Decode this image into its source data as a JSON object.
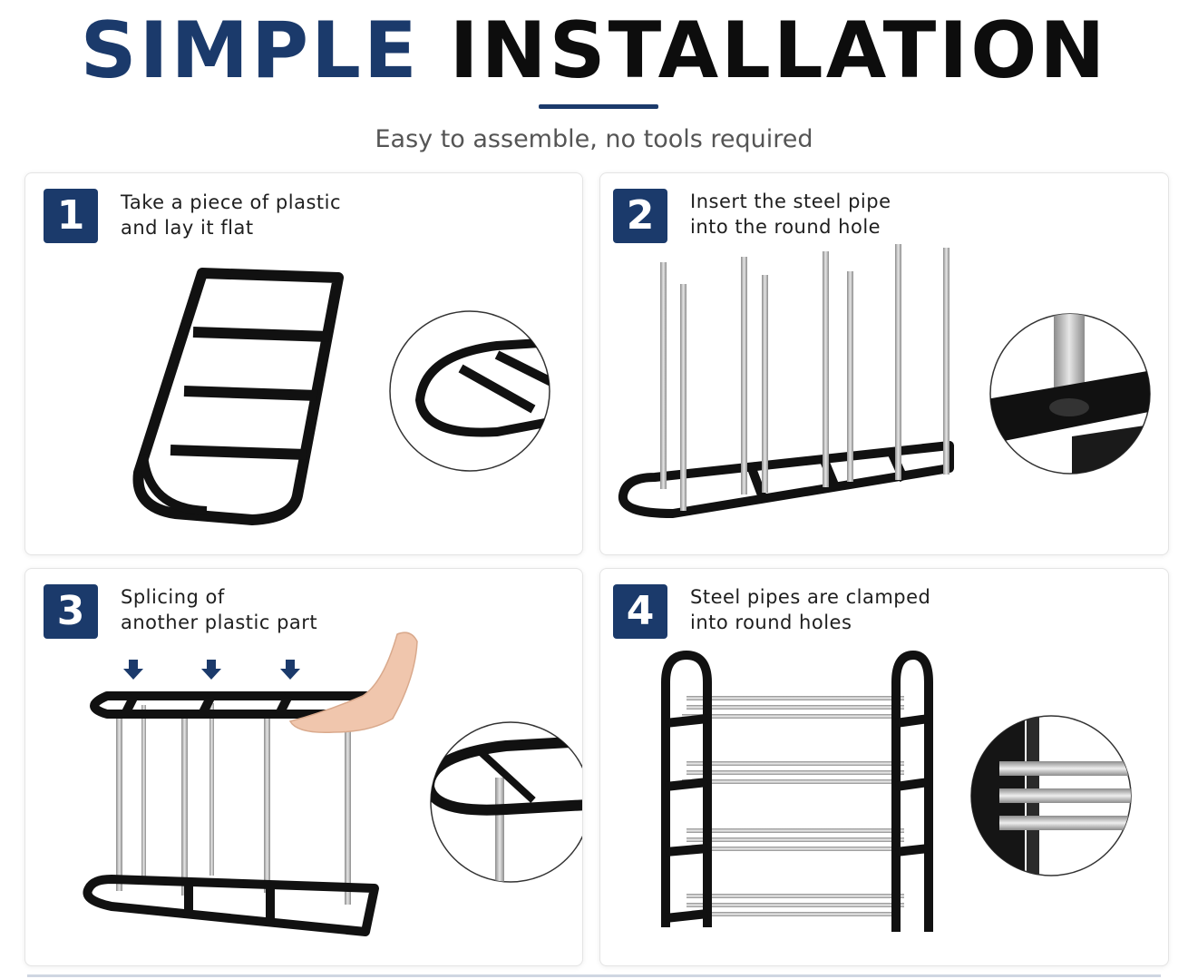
{
  "header": {
    "title_part1": "SIMPLE",
    "title_part2": "INSTALLATION",
    "subtitle": "Easy to assemble, no tools required"
  },
  "steps": [
    {
      "number": "1",
      "text": "Take a piece of plastic\nand lay it flat"
    },
    {
      "number": "2",
      "text": "Insert the steel pipe\ninto the round hole"
    },
    {
      "number": "3",
      "text": "Splicing of\nanother plastic part"
    },
    {
      "number": "4",
      "text": "Steel pipes are clamped\ninto round holes"
    }
  ],
  "colors": {
    "accent": "#1b3a6b",
    "title_dark": "#0d0d0d",
    "frame_black": "#111111",
    "steel": "#b8b8b8"
  }
}
